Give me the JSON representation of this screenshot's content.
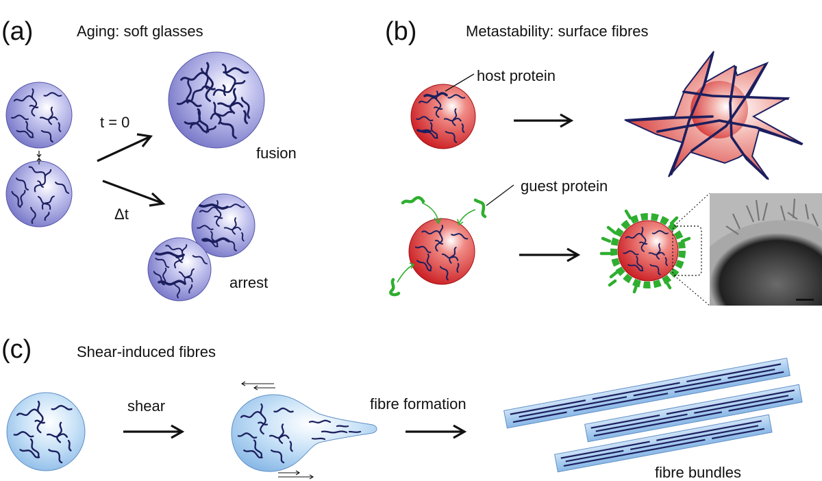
{
  "panels": {
    "a": {
      "label": "(a)",
      "title": "Aging: soft glasses",
      "t0_label": "t = 0",
      "dt_label": "Δt",
      "fusion_label": "fusion",
      "arrest_label": "arrest"
    },
    "b": {
      "label": "(b)",
      "title": "Metastability: surface fibres",
      "host_label": "host protein",
      "guest_label": "guest protein"
    },
    "c": {
      "label": "(c)",
      "title": "Shear-induced fibres",
      "shear_label": "shear",
      "formation_label": "fibre formation",
      "bundles_label": "fibre bundles"
    }
  },
  "colors": {
    "purple_droplet": "#8f8fd8",
    "red_droplet": "#d8262b",
    "blue_droplet": "#9ec8ee",
    "chain": "#1c1f5e",
    "guest_protein": "#2fae2f"
  }
}
